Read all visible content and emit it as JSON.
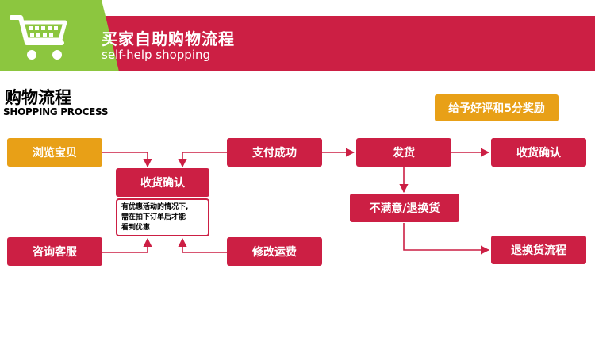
{
  "header": {
    "title": "买家自助购物流程",
    "subtitle": "self-help shopping",
    "icon": "shopping-cart-icon",
    "colors": {
      "brand_red": "#cc1f44",
      "accent_green": "#8cc63f",
      "highlight_orange": "#e8a017"
    }
  },
  "section": {
    "title": "购物流程",
    "subtitle": "SHOPPING PROCESS"
  },
  "flow": {
    "rating_badge": "给予好评和5分奖励",
    "browse": "浏览宝贝",
    "confirm_receipt_center": "收货确认",
    "note": "有优惠活动的情况下,\n需在拍下订单后才能\n看到优惠",
    "consult": "咨询客服",
    "modify_shipping": "修改运费",
    "payment_success": "支付成功",
    "ship": "发货",
    "confirm_receipt_right": "收货确认",
    "unsatisfied_return": "不满意/退换货",
    "return_process": "退换货流程"
  }
}
